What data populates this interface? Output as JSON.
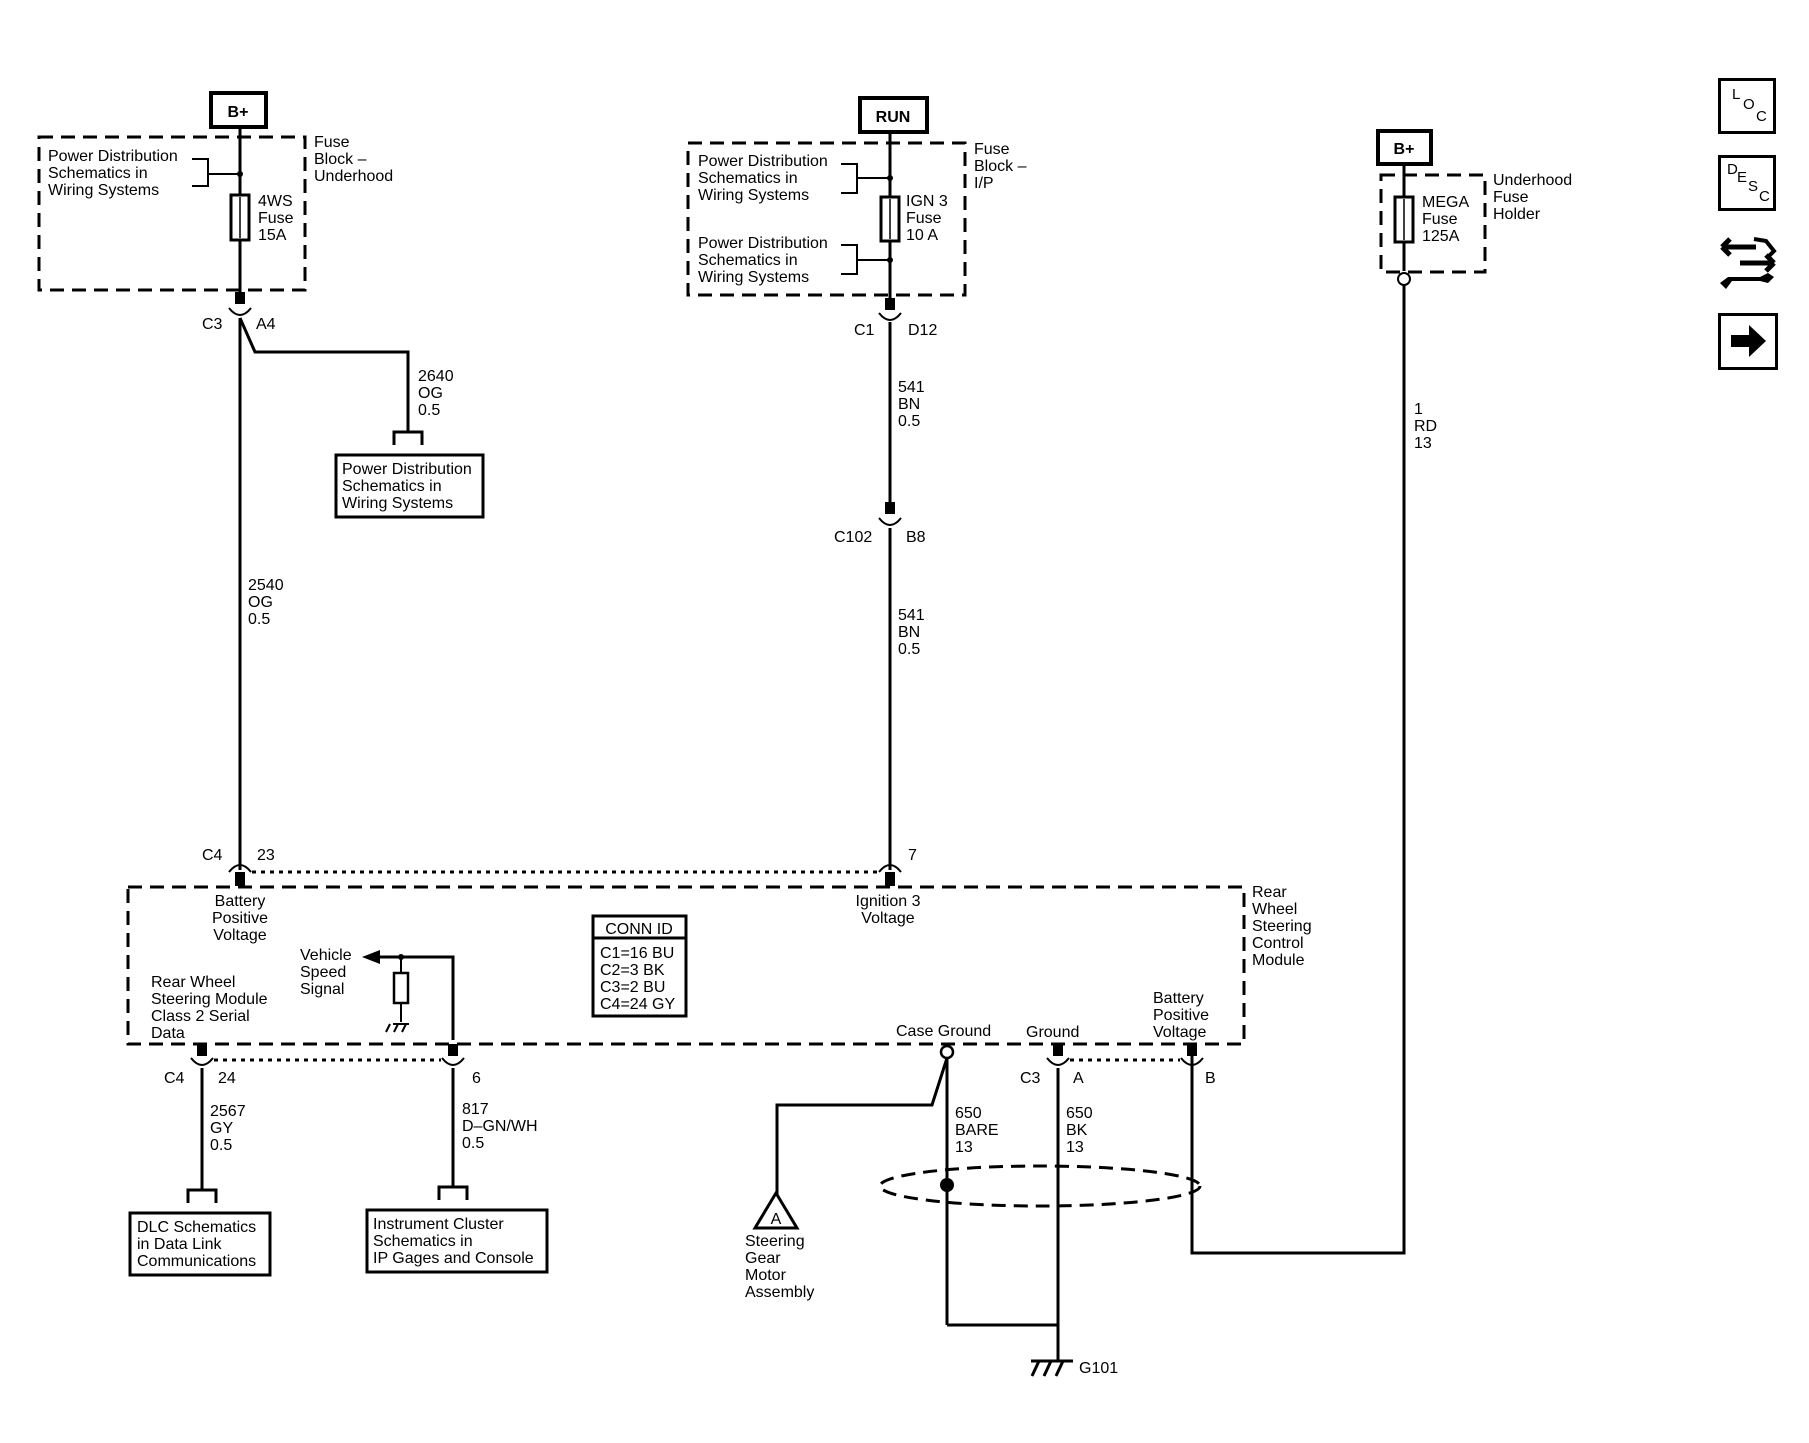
{
  "supplies": {
    "bplus_left": "B+",
    "run": "RUN",
    "bplus_right": "B+"
  },
  "fuse_blocks": {
    "underhood": {
      "title": [
        "Fuse",
        "Block –",
        "Underhood"
      ],
      "ref": [
        "Power Distribution",
        "Schematics in",
        "Wiring Systems"
      ],
      "fuse": [
        "4WS",
        "Fuse",
        "15A"
      ]
    },
    "ip": {
      "title": [
        "Fuse",
        "Block –",
        "I/P"
      ],
      "ref1": [
        "Power Distribution",
        "Schematics in",
        "Wiring Systems"
      ],
      "ref2": [
        "Power Distribution",
        "Schematics in",
        "Wiring Systems"
      ],
      "fuse": [
        "IGN 3",
        "Fuse",
        "10 A"
      ]
    },
    "mega": {
      "title": [
        "Underhood",
        "Fuse",
        "Holder"
      ],
      "fuse": [
        "MEGA",
        "Fuse",
        "125A"
      ]
    }
  },
  "connectors": {
    "c3_top": "C3",
    "a4": "A4",
    "c1_top": "C1",
    "d12": "D12",
    "c102": "C102",
    "b8": "B8",
    "c4_top": "C4",
    "pin23": "23",
    "pin7": "7",
    "c4_bottom": "C4",
    "pin24": "24",
    "pin6": "6",
    "c3_bottom": "C3",
    "pin_a": "A",
    "pin_b": "B"
  },
  "wires": {
    "w2640": [
      "2640",
      "OG",
      "0.5"
    ],
    "w2540": [
      "2540",
      "OG",
      "0.5"
    ],
    "w541_upper": [
      "541",
      "BN",
      "0.5"
    ],
    "w541_lower": [
      "541",
      "BN",
      "0.5"
    ],
    "w1": [
      "1",
      "RD",
      "13"
    ],
    "w2567": [
      "2567",
      "GY",
      "0.5"
    ],
    "w817": [
      "817",
      "D–GN/WH",
      "0.5"
    ],
    "w650_bare": [
      "650",
      "BARE",
      "13"
    ],
    "w650_bk": [
      "650",
      "BK",
      "13"
    ]
  },
  "references": {
    "pd_2640": [
      "Power Distribution",
      "Schematics in",
      "Wiring Systems"
    ],
    "dlc": [
      "DLC Schematics",
      "in Data Link",
      "Communications"
    ],
    "ic": [
      "Instrument Cluster",
      "Schematics in",
      "IP Gages and Console"
    ]
  },
  "module": {
    "title": [
      "Rear",
      "Wheel",
      "Steering",
      "Control",
      "Module"
    ],
    "battery_positive_left": [
      "Battery",
      "Positive",
      "Voltage"
    ],
    "ignition3": [
      "Ignition 3",
      "Voltage"
    ],
    "vehicle_speed": [
      "Vehicle",
      "Speed",
      "Signal"
    ],
    "serial_data": [
      "Rear Wheel",
      "Steering Module",
      "Class 2 Serial",
      "Data"
    ],
    "conn_id_title": "CONN ID",
    "conn_id_rows": [
      "C1=16 BU",
      "C2=3 BK",
      "C3=2 BU",
      "C4=24 GY"
    ],
    "case_ground": "Case Ground",
    "ground": "Ground",
    "battery_positive_right": [
      "Battery",
      "Positive",
      "Voltage"
    ]
  },
  "steering_gear": {
    "marker": "A",
    "label": [
      "Steering",
      "Gear",
      "Motor",
      "Assembly"
    ]
  },
  "ground_label": "G101",
  "side_icons": {
    "loc": [
      "L",
      "O",
      "C"
    ],
    "desc": [
      "D",
      "E",
      "S",
      "C"
    ]
  }
}
